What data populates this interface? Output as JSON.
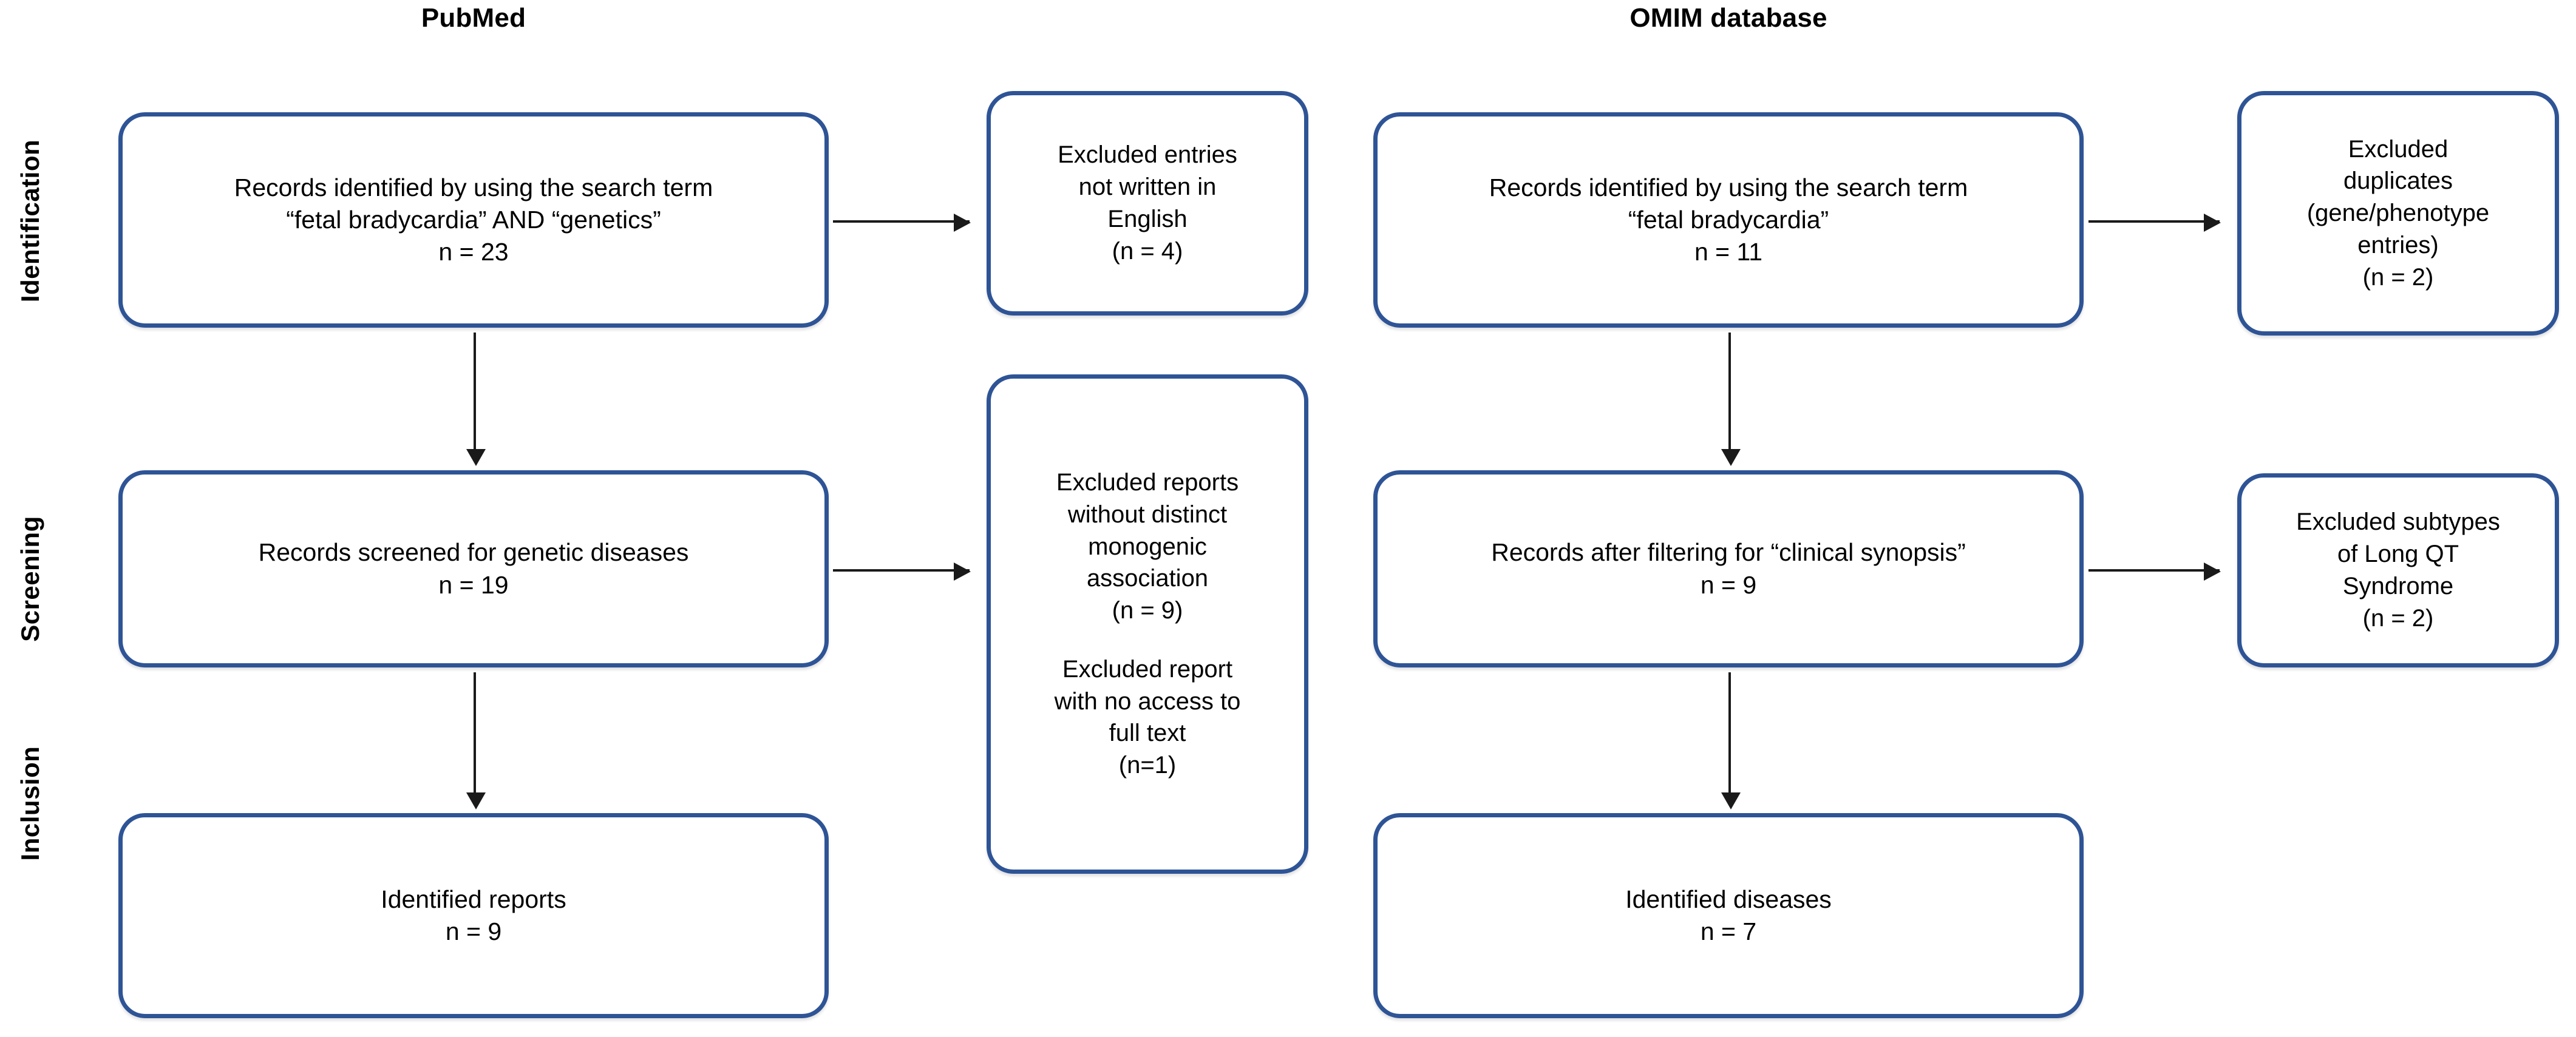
{
  "diagram": {
    "type": "prisma-flow-diagram",
    "accent_color": "#2e5496",
    "arrow_color": "#1a1a1a",
    "background_color": "#ffffff"
  },
  "columns": {
    "pubmed_title": "PubMed",
    "omim_title": "OMIM database"
  },
  "stages": {
    "identification": "Identification",
    "screening": "Screening",
    "inclusion": "Inclusion"
  },
  "pubmed": {
    "identification": {
      "line1": "Records identified by using the search term",
      "line2": "“fetal bradycardia” AND “genetics”",
      "line3": "n = 23"
    },
    "screening": {
      "line1": "Records screened for genetic diseases",
      "line2": "n = 19"
    },
    "inclusion": {
      "line1": "Identified reports",
      "line2": "n = 9"
    }
  },
  "pubmed_excluded": {
    "identification": {
      "line1": "Excluded entries",
      "line2": "not written in",
      "line3": "English",
      "line4": "(n = 4)"
    },
    "screening": {
      "block1_line1": "Excluded reports",
      "block1_line2": "without distinct",
      "block1_line3": "monogenic",
      "block1_line4": "association",
      "block1_line5": "(n = 9)",
      "block2_line1": "Excluded report",
      "block2_line2": "with no access to",
      "block2_line3": "full text",
      "block2_line4": "(n=1)"
    }
  },
  "omim": {
    "identification": {
      "line1": "Records identified by using the search term",
      "line2": "“fetal bradycardia”",
      "line3": "n = 11"
    },
    "screening": {
      "line1": "Records after filtering for “clinical synopsis”",
      "line2": "n = 9"
    },
    "inclusion": {
      "line1": "Identified diseases",
      "line2": "n = 7"
    }
  },
  "omim_excluded": {
    "identification": {
      "line1": "Excluded",
      "line2": "duplicates",
      "line3": "(gene/phenotype",
      "line4": "entries)",
      "line5": "(n = 2)"
    },
    "screening": {
      "line1": "Excluded subtypes",
      "line2": "of Long QT",
      "line3": "Syndrome",
      "line4": "(n = 2)"
    }
  }
}
